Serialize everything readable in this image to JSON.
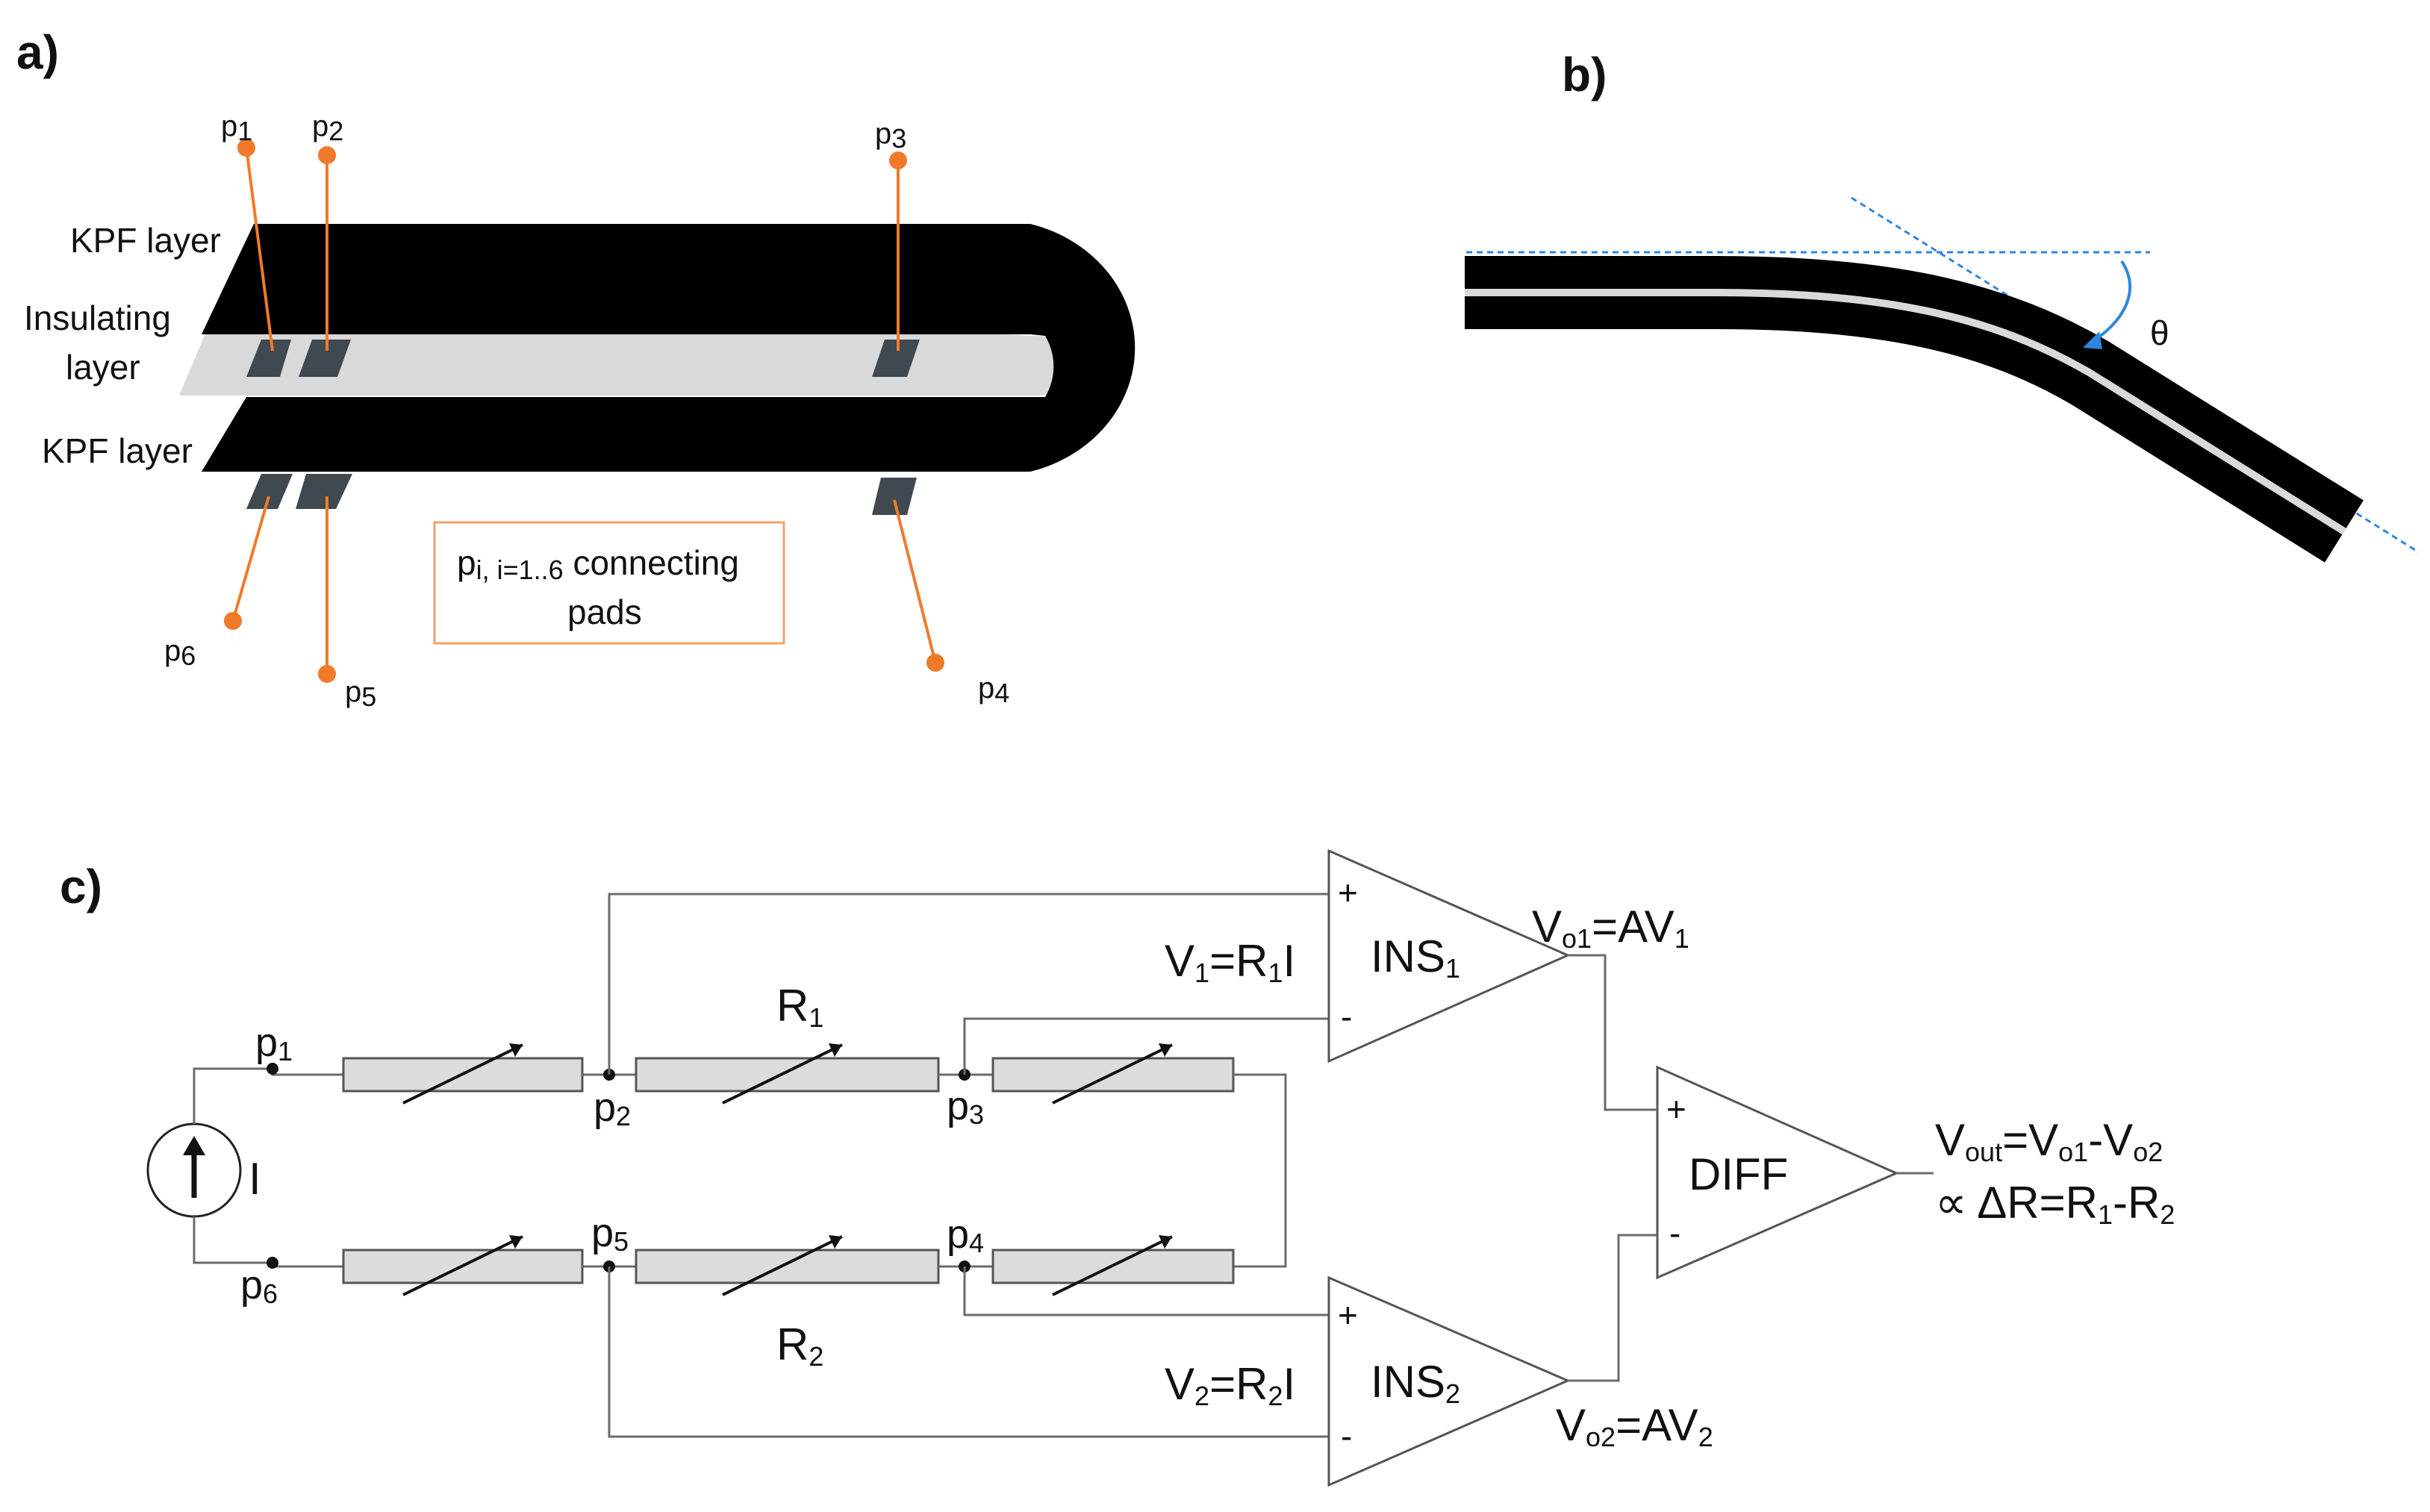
{
  "panels": {
    "a": "a)",
    "b": "b)",
    "c": "c)"
  },
  "panel_a": {
    "layers": {
      "kpf_top": "KPF layer",
      "insulating_1": "Insulating",
      "insulating_2": "layer",
      "kpf_bottom": "KPF layer"
    },
    "pads": [
      {
        "base": "p",
        "sub": "1"
      },
      {
        "base": "p",
        "sub": "2"
      },
      {
        "base": "p",
        "sub": "3"
      },
      {
        "base": "p",
        "sub": "4"
      },
      {
        "base": "p",
        "sub": "5"
      },
      {
        "base": "p",
        "sub": "6"
      }
    ],
    "legend": {
      "base": "p",
      "sub": "i, i=1..6",
      "text1": " connecting",
      "text2": "pads"
    },
    "colors": {
      "layer": "#000000",
      "insulating": "#d9d9d9",
      "pad": "#404850",
      "lead": "#f07a2a",
      "legend_border": "#f3a06a"
    }
  },
  "panel_b": {
    "angle_label": "θ",
    "colors": {
      "strip": "#000000",
      "insulating": "#d9d9d9",
      "guide": "#2e86de"
    }
  },
  "panel_c": {
    "source_label": "I",
    "nodes": [
      {
        "base": "p",
        "sub": "1"
      },
      {
        "base": "p",
        "sub": "2"
      },
      {
        "base": "p",
        "sub": "3"
      },
      {
        "base": "p",
        "sub": "4"
      },
      {
        "base": "p",
        "sub": "5"
      },
      {
        "base": "p",
        "sub": "6"
      }
    ],
    "resistors": {
      "r1": {
        "base": "R",
        "sub": "1"
      },
      "r2": {
        "base": "R",
        "sub": "2"
      }
    },
    "amps": {
      "ins1": {
        "base": "INS",
        "sub": "1"
      },
      "ins2": {
        "base": "INS",
        "sub": "2"
      },
      "diff": "DIFF",
      "plus": "+",
      "minus": "-"
    },
    "equations": {
      "v1": {
        "a": "V",
        "a_sub": "1",
        "b": "=R",
        "b_sub": "1",
        "c": "I"
      },
      "v2": {
        "a": "V",
        "a_sub": "2",
        "b": "=R",
        "b_sub": "2",
        "c": "I"
      },
      "vo1": {
        "a": "V",
        "a_sub": "o1",
        "b": "=AV",
        "b_sub": "1"
      },
      "vo2": {
        "a": "V",
        "a_sub": "o2",
        "b": "=AV",
        "b_sub": "2"
      },
      "vout": {
        "a": "V",
        "a_sub": "out",
        "b": "=V",
        "b_sub": "o1",
        "c": "-V",
        "c_sub": "o2"
      },
      "dr": {
        "a": "∝ ΔR=R",
        "a_sub": "1",
        "b": "-R",
        "b_sub": "2"
      }
    },
    "colors": {
      "wire": "#6b6b6b",
      "resistor_fill": "#dcdcdc",
      "resistor_stroke": "#555555"
    }
  }
}
